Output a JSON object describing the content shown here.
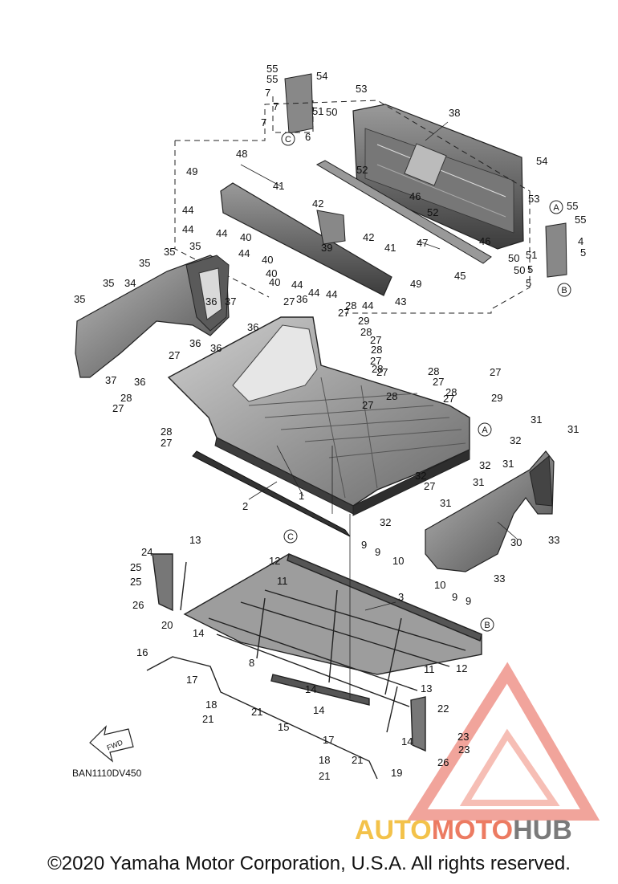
{
  "diagram": {
    "code": "BAN1110DV450",
    "fwd_label": "FWD",
    "copyright": "©2020 Yamaha Motor Corporation, U.S.A. All rights reserved.",
    "watermark": {
      "part1": "AUTO",
      "part2": "MOTO",
      "part3": "HUB"
    },
    "reference_letters": [
      "A",
      "B",
      "C"
    ],
    "callouts": [
      "1",
      "2",
      "3",
      "4",
      "5",
      "6",
      "7",
      "8",
      "9",
      "10",
      "11",
      "12",
      "13",
      "14",
      "15",
      "16",
      "17",
      "18",
      "19",
      "20",
      "21",
      "22",
      "23",
      "24",
      "25",
      "26",
      "27",
      "28",
      "29",
      "30",
      "31",
      "32",
      "33",
      "34",
      "35",
      "36",
      "37",
      "38",
      "39",
      "40",
      "41",
      "42",
      "43",
      "44",
      "45",
      "46",
      "47",
      "48",
      "49",
      "50",
      "51",
      "52",
      "53",
      "54",
      "55"
    ]
  }
}
